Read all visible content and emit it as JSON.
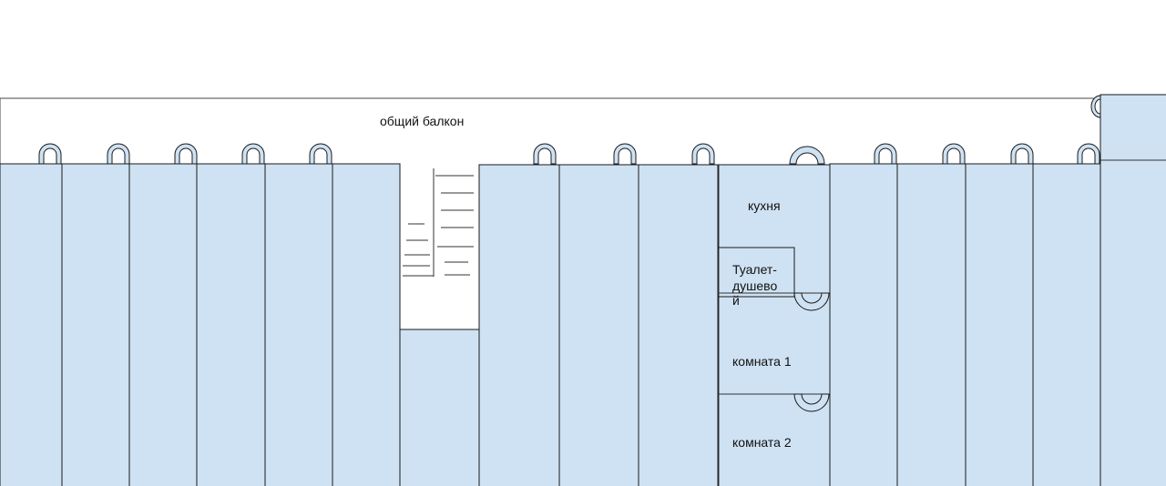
{
  "balcony": {
    "label": "общий балкон"
  },
  "kitchen": {
    "label": "кухня"
  },
  "toilet": {
    "label_lines": [
      "Туалет-",
      "душево",
      "й"
    ]
  },
  "room1": {
    "label": "комната 1"
  },
  "room2": {
    "label": "комната 2"
  },
  "colors": {
    "room_fill": "#cfe2f3",
    "line": "#1a1a1a"
  }
}
